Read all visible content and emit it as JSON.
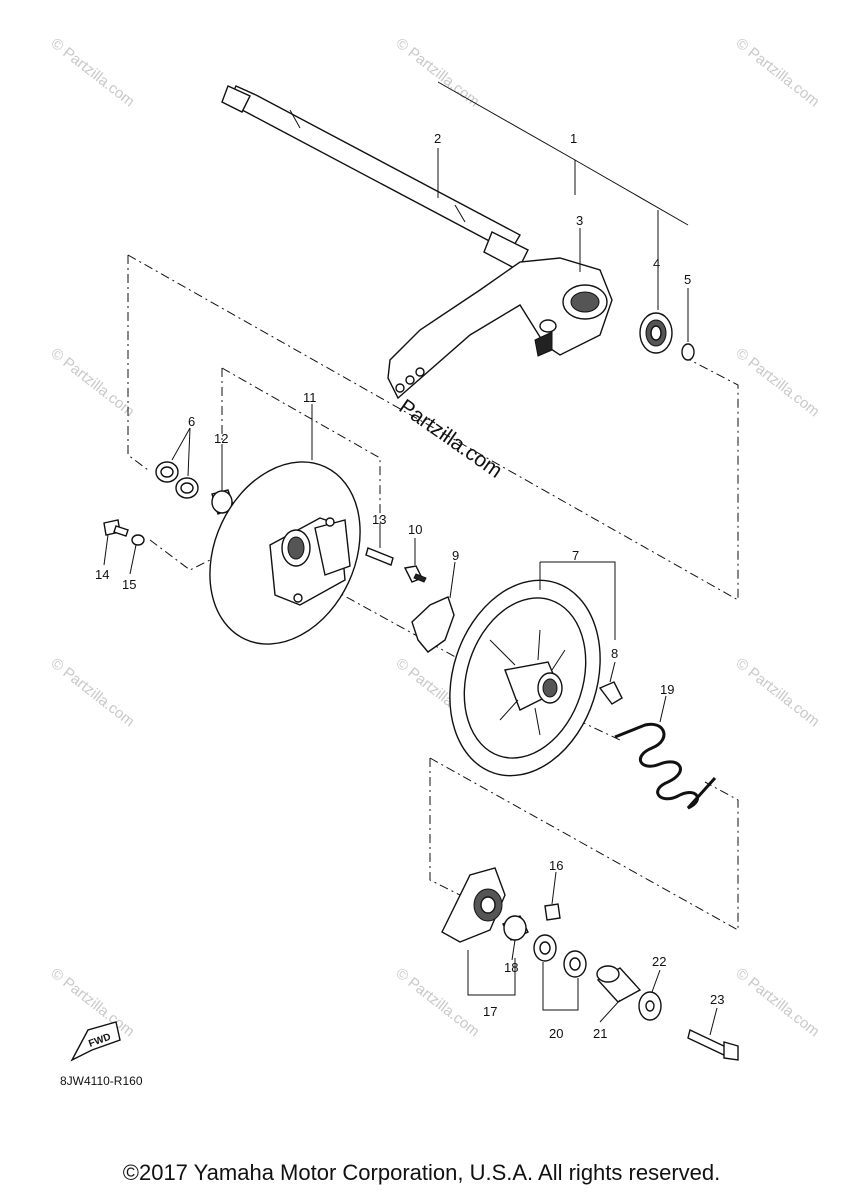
{
  "watermark": "© Partzilla.com",
  "brand_overlay": "Partzilla.com",
  "diagram_code": "8JW4110-R160",
  "fwd_label": "FWD",
  "copyright": "©2017 Yamaha Motor Corporation, U.S.A. All rights reserved.",
  "callouts": [
    "1",
    "2",
    "3",
    "4",
    "5",
    "6",
    "7",
    "8",
    "9",
    "10",
    "11",
    "12",
    "13",
    "14",
    "15",
    "16",
    "17",
    "18",
    "19",
    "20",
    "21",
    "22",
    "23"
  ]
}
